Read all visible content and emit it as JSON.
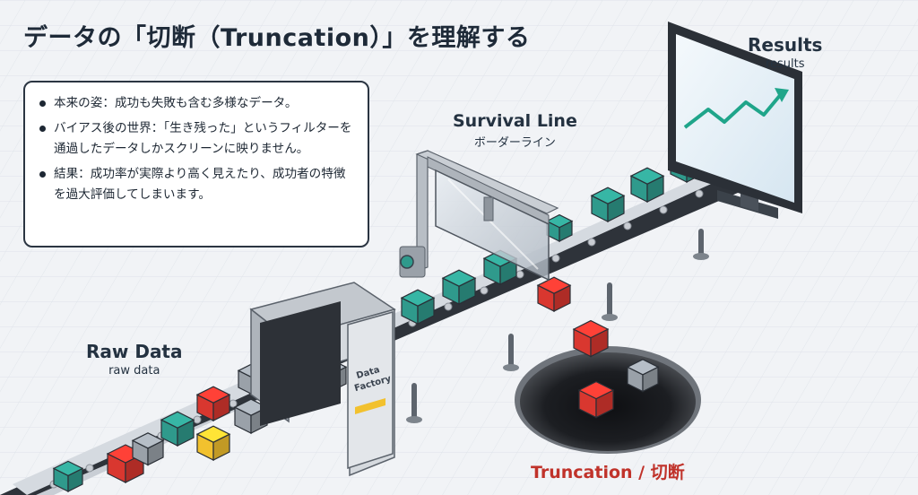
{
  "title": "データの「切断（Truncation）」を理解する",
  "info_box": {
    "items": [
      "本来の姿：成功も失敗も含む多様なデータ。",
      "バイアス後の世界：「生き残った」というフィルターを通過したデータしかスクリーンに映りません。",
      "結果：成功率が実際より高く見えたり、成功者の特徴を過大評価してしまいます。"
    ]
  },
  "labels": {
    "raw_data": "Raw Data",
    "raw_data_sub": "raw data",
    "factory": "Data Factory",
    "survival_line": "Survival Line",
    "survival_line_sub": "ボーダーライン",
    "results": "Results",
    "results_sub": "results",
    "truncation": "Truncation / 切断"
  },
  "colors": {
    "teal": "#2f9a8c",
    "red": "#d9372f",
    "gray": "#9aa1a9",
    "yellow": "#f2c12e",
    "belt": "#3a3f47",
    "screen_line": "#1fa58a",
    "truncation_text": "#c0322a"
  }
}
